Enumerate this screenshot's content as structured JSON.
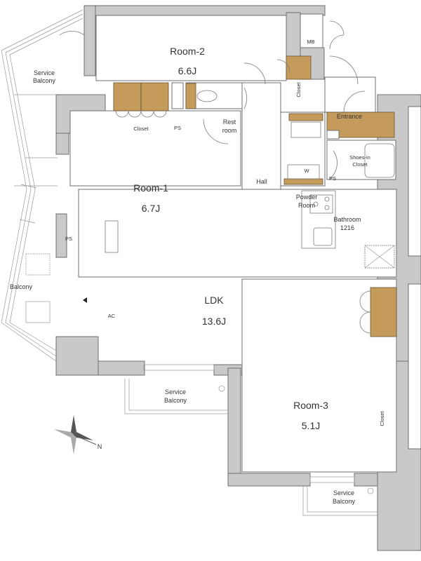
{
  "rooms": {
    "room2": {
      "name": "Room-2",
      "size": "6.6J"
    },
    "room1": {
      "name": "Room-1",
      "size": "6.7J"
    },
    "ldk": {
      "name": "LDK",
      "size": "13.6J"
    },
    "room3": {
      "name": "Room-3",
      "size": "5.1J"
    }
  },
  "labels": {
    "service_balcony_1": [
      "Service",
      "Balcony"
    ],
    "service_balcony_2": [
      "Service",
      "Balcony"
    ],
    "service_balcony_3": [
      "Service",
      "Balcony"
    ],
    "balcony": "Balcony",
    "hall": "Hall",
    "entrance": "Entrance",
    "shoes_in_closet": [
      "Shoes-in",
      "Closet"
    ],
    "powder_room": [
      "Powder",
      "Room"
    ],
    "bathroom": [
      "Bathroom",
      "1216"
    ],
    "restroom": [
      "Rest",
      "room"
    ],
    "mb": "MB",
    "closet_room2": "Closet",
    "closet_room1": "Closet",
    "closet_room3": "Closet",
    "ps_1": "PS",
    "ps_2": "PS",
    "ps_3": "PS",
    "ac": "AC",
    "washer": "W",
    "compass_north": "N"
  },
  "colors": {
    "wall": "#c9c9c9",
    "closet": "#c59b5c"
  }
}
